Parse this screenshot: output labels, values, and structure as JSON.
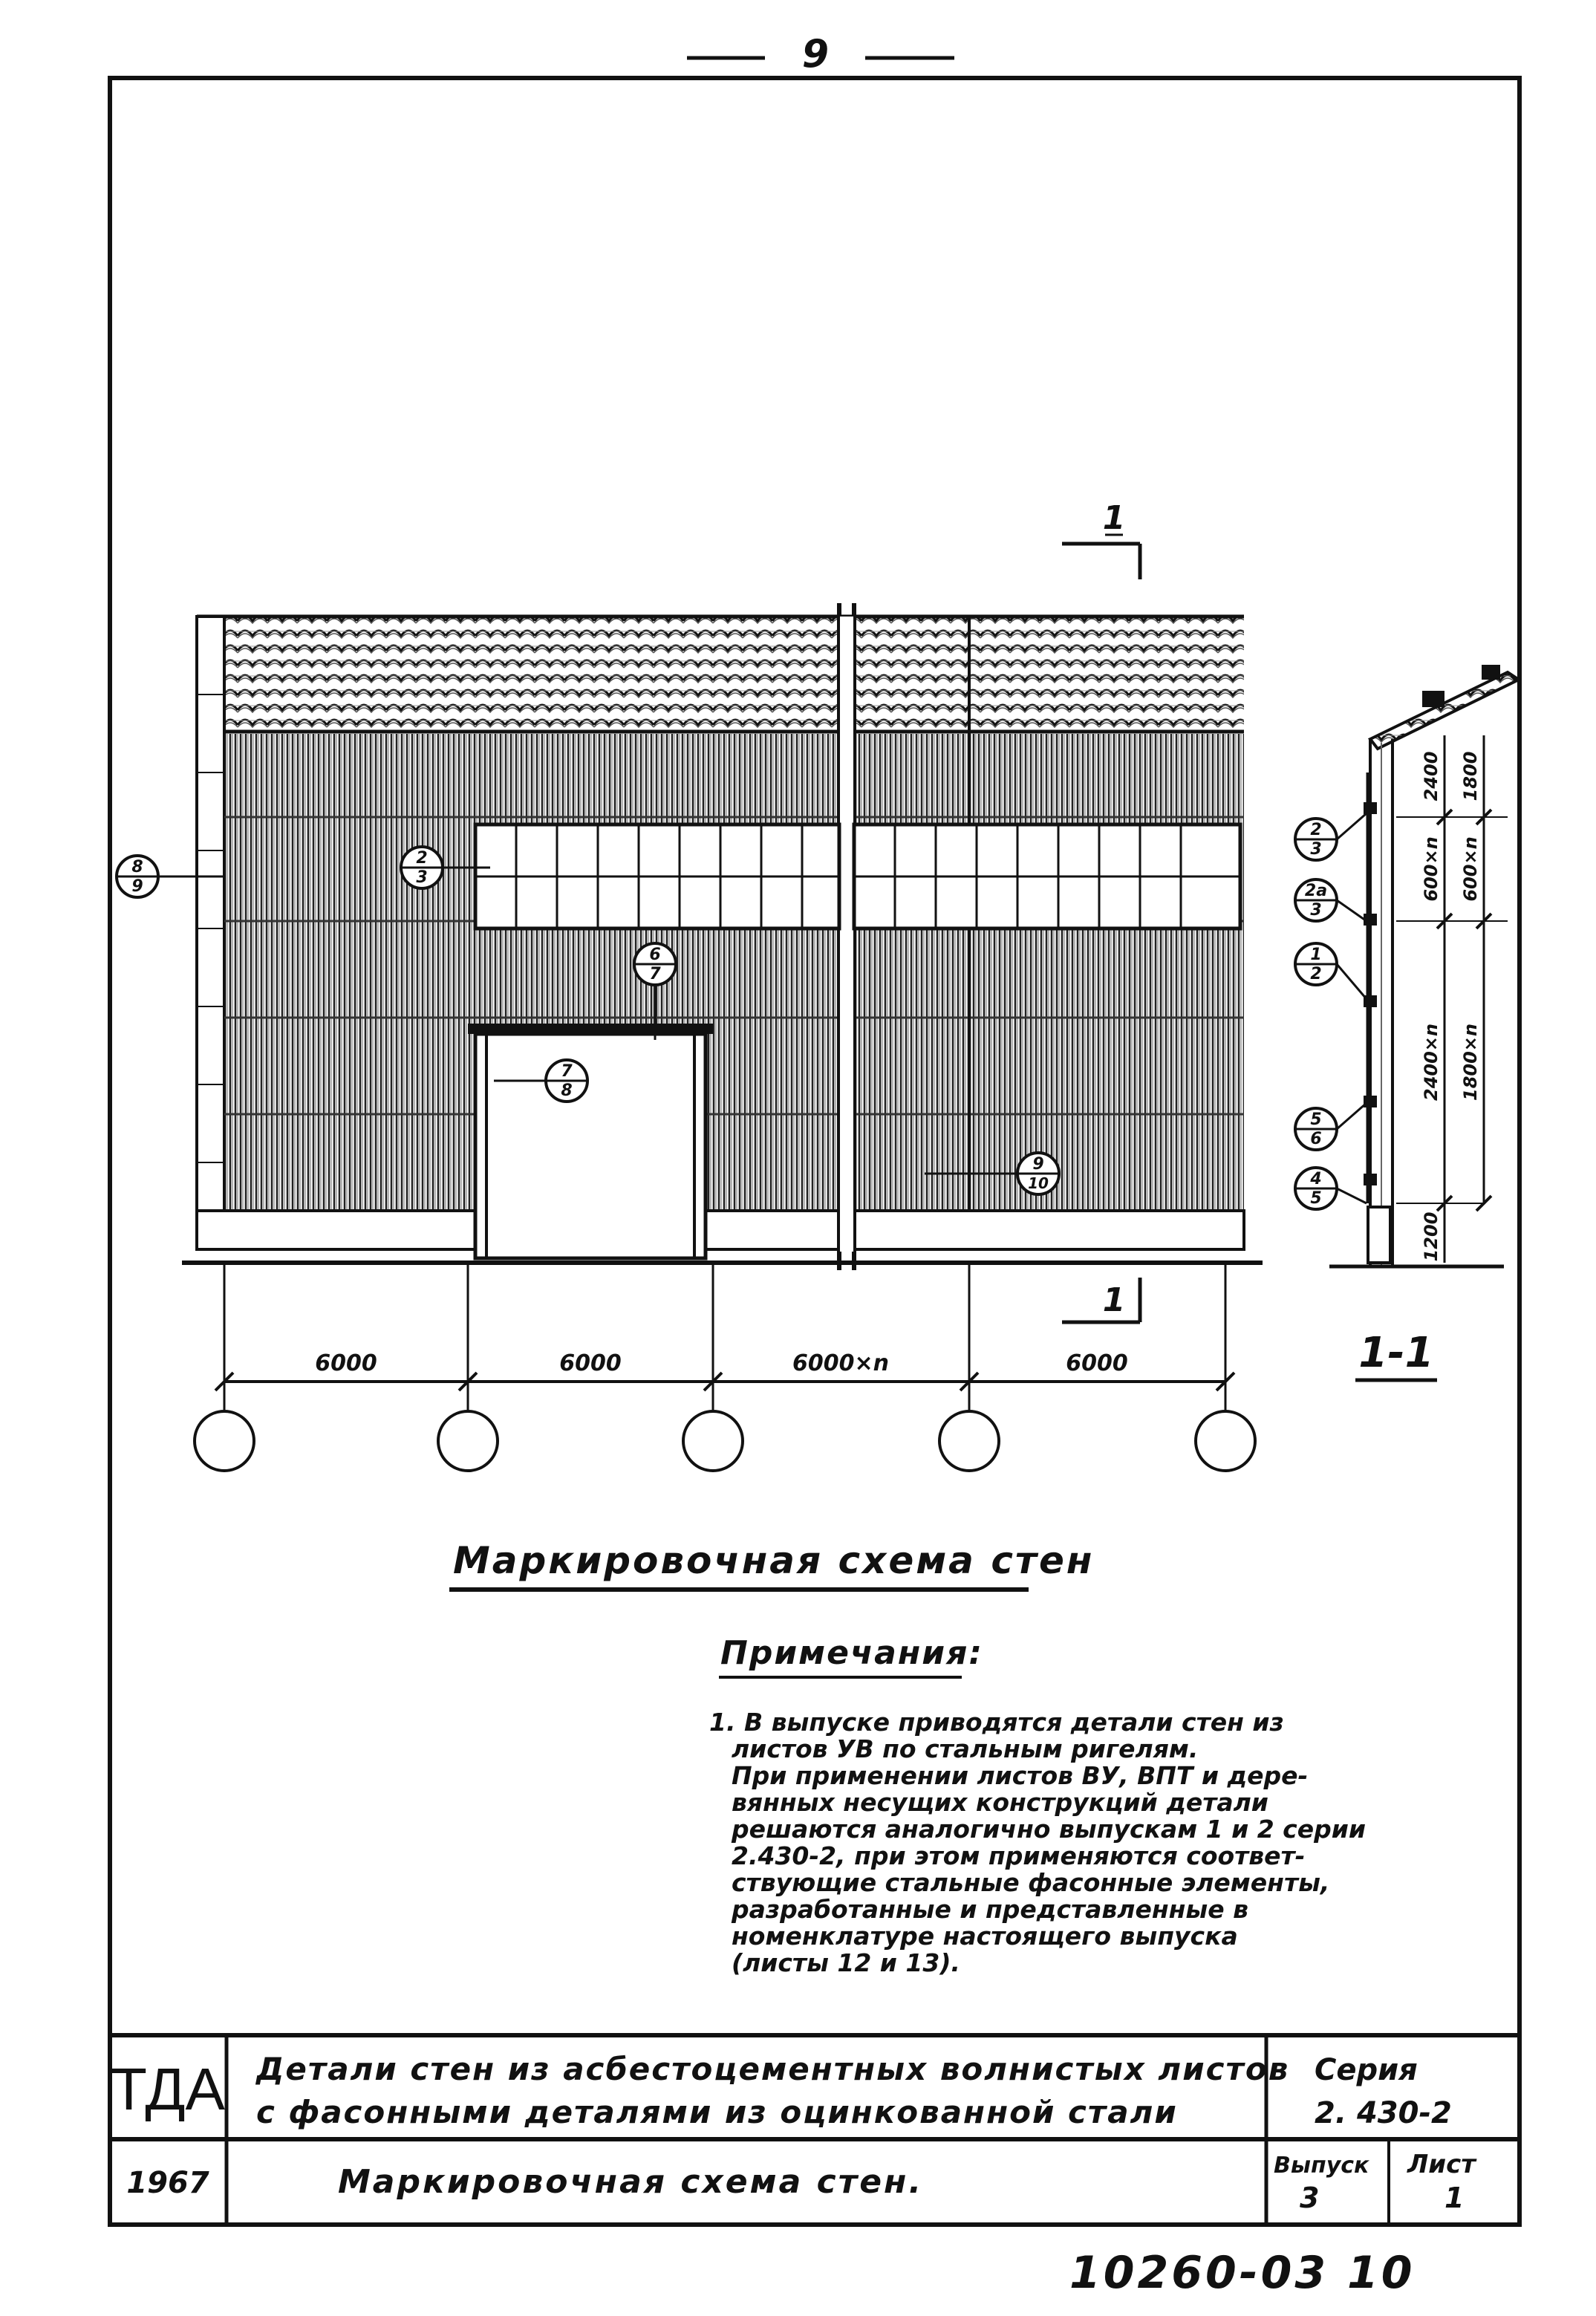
{
  "page_number": "9",
  "elevation": {
    "section_marker_top": "1",
    "section_marker_bottom": "1",
    "callouts": [
      {
        "top": "8",
        "bottom": "9"
      },
      {
        "top": "2",
        "bottom": "3"
      },
      {
        "top": "6",
        "bottom": "7"
      },
      {
        "top": "7",
        "bottom": "8"
      },
      {
        "top": "9",
        "bottom": "10"
      }
    ],
    "spans": [
      "6000",
      "6000",
      "6000×n",
      "6000"
    ]
  },
  "section": {
    "label": "1-1",
    "callouts": [
      {
        "top": "2",
        "bottom": "3"
      },
      {
        "top": "2a",
        "bottom": "3"
      },
      {
        "top": "1",
        "bottom": "2"
      },
      {
        "top": "5",
        "bottom": "6"
      },
      {
        "top": "4",
        "bottom": "5"
      }
    ],
    "dims_left": [
      "2400",
      "600×n",
      "2400×n",
      "1200"
    ],
    "dims_right": [
      "1800",
      "600×n",
      "1800×n"
    ]
  },
  "caption": "Маркировочная схема стен",
  "notes": {
    "title": "Примечания:",
    "lines": [
      "1. В выпуске приводятся детали стен из",
      "листов УВ по стальным ригелям.",
      "При применении листов ВУ, ВПТ и дере-",
      "вянных несущих конструкций детали",
      "решаются аналогично выпускам 1 и 2 серии",
      "2.430-2, при этом применяются соответ-",
      "ствующие стальные фасонные элементы,",
      "разработанные и представленные в",
      "номенклатуре настоящего выпуска",
      "(листы 12 и 13)."
    ]
  },
  "title_block": {
    "org": "ТДА",
    "year": "1967",
    "title_line1": "Детали стен из асбестоцементных волнистых листов",
    "title_line2": "с фасонными деталями из оцинкованной стали",
    "sheet_title": "Маркировочная схема стен.",
    "series_label": "Серия",
    "series_value": "2. 430-2",
    "issue_label": "Выпуск",
    "issue_value": "3",
    "sheet_label": "Лист",
    "sheet_value": "1"
  },
  "stamp": "10260-03 10"
}
